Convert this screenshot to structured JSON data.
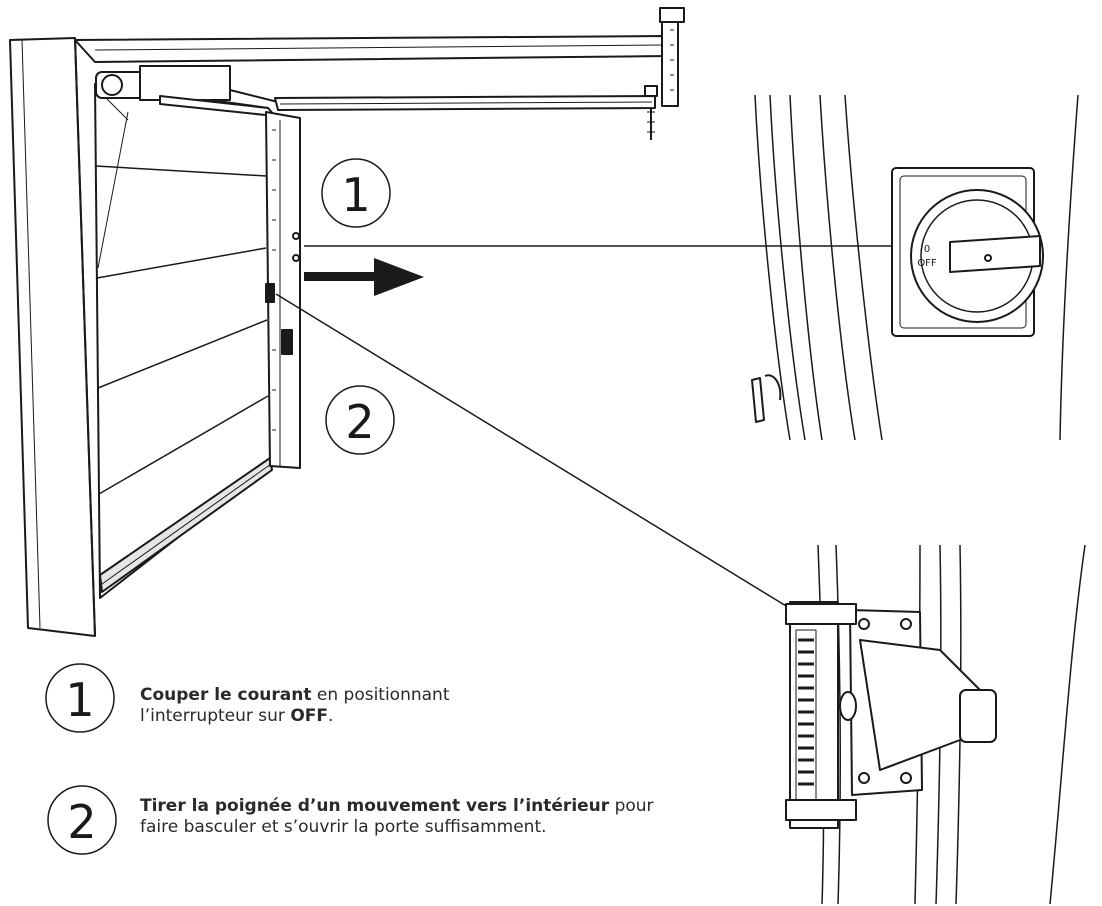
{
  "markers": {
    "one": "1",
    "two": "2"
  },
  "instructions": [
    {
      "number": "1",
      "bold": "Couper le courant",
      "text_a": " en positionnant",
      "text_b": "l’interrupteur sur ",
      "bold_end": "OFF",
      "end": "."
    },
    {
      "number": "2",
      "bold": "Tirer la poignée d’un mouvement vers l’intérieur",
      "text": " pour faire basculer et s’ouvrir la porte suffisamment."
    }
  ],
  "switch_labels": {
    "on": "0",
    "off": "OFF"
  },
  "colors": {
    "line": "#1a1a1a",
    "fill": "#ffffff",
    "light_grey": "#e6e6e6"
  }
}
